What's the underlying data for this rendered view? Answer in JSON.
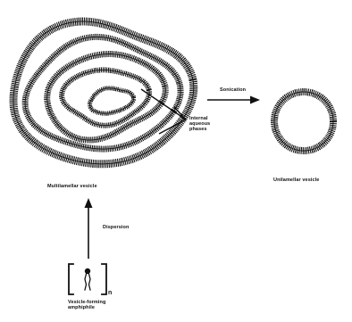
{
  "labels": {
    "sonication": "Sonication",
    "internal_aqueous_line1": "Internal",
    "internal_aqueous_line2": "aqueous",
    "internal_aqueous_line3": "phases",
    "multilamellar": "Multilamellar vesicle",
    "unilamellar": "Unilamellar vesicle",
    "dispersion": "Dispersion",
    "subscript_n": "n",
    "amphiphile_line1": "Vesicle-forming",
    "amphiphile_line2": "amphiphile"
  },
  "colors": {
    "ink": "#111111",
    "background": "#ffffff"
  }
}
